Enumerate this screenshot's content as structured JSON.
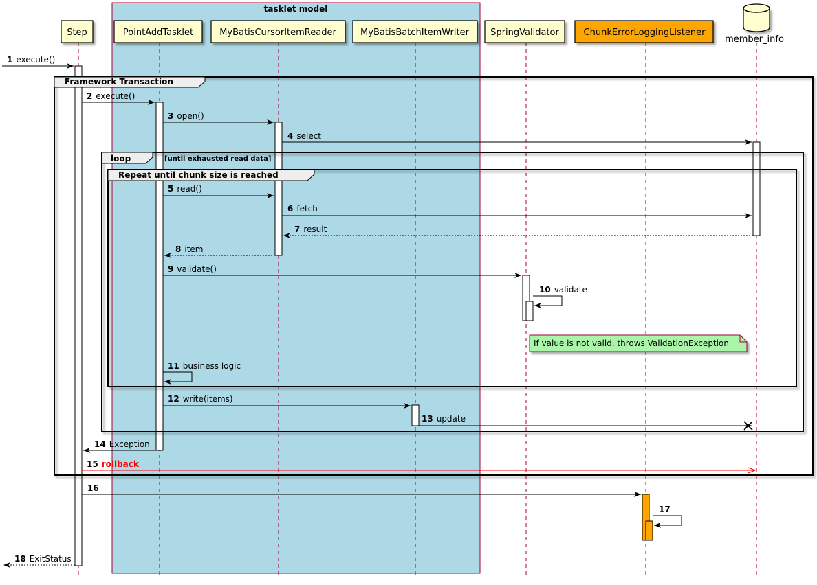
{
  "box": {
    "title": "tasklet model",
    "fill": "#ADD8E6",
    "border": "#A80036"
  },
  "participants": [
    {
      "id": "step",
      "label": "Step",
      "type": "participant",
      "fill": "#FEFECE"
    },
    {
      "id": "tasklet",
      "label": "PointAddTasklet",
      "type": "participant",
      "fill": "#FEFECE"
    },
    {
      "id": "reader",
      "label": "MyBatisCursorItemReader",
      "type": "participant",
      "fill": "#FEFECE"
    },
    {
      "id": "writer",
      "label": "MyBatisBatchItemWriter",
      "type": "participant",
      "fill": "#FEFECE"
    },
    {
      "id": "validator",
      "label": "SpringValidator",
      "type": "participant",
      "fill": "#FEFECE"
    },
    {
      "id": "listener",
      "label": "ChunkErrorLoggingListener",
      "type": "participant",
      "fill": "#FFA500"
    },
    {
      "id": "db",
      "label": "member_info",
      "type": "database",
      "fill": "#FEFECE"
    }
  ],
  "messages": [
    {
      "num": "1",
      "text": "execute()",
      "from": "left",
      "to": "step",
      "style": "solid"
    },
    {
      "num": "2",
      "text": "execute()",
      "from": "step",
      "to": "tasklet",
      "style": "solid"
    },
    {
      "num": "3",
      "text": "open()",
      "from": "tasklet",
      "to": "reader",
      "style": "solid"
    },
    {
      "num": "4",
      "text": "select",
      "from": "reader",
      "to": "db",
      "style": "solid"
    },
    {
      "num": "5",
      "text": "read()",
      "from": "tasklet",
      "to": "reader",
      "style": "solid"
    },
    {
      "num": "6",
      "text": "fetch",
      "from": "reader",
      "to": "db",
      "style": "solid"
    },
    {
      "num": "7",
      "text": "result",
      "from": "db",
      "to": "reader",
      "style": "dashed"
    },
    {
      "num": "8",
      "text": "item",
      "from": "reader",
      "to": "tasklet",
      "style": "dashed"
    },
    {
      "num": "9",
      "text": "validate()",
      "from": "tasklet",
      "to": "validator",
      "style": "solid"
    },
    {
      "num": "10",
      "text": "validate",
      "from": "validator",
      "to": "validator",
      "style": "self"
    },
    {
      "num": "11",
      "text": "business logic",
      "from": "tasklet",
      "to": "tasklet",
      "style": "self"
    },
    {
      "num": "12",
      "text": "write(items)",
      "from": "tasklet",
      "to": "writer",
      "style": "solid"
    },
    {
      "num": "13",
      "text": "update",
      "from": "writer",
      "to": "db",
      "style": "destroy"
    },
    {
      "num": "14",
      "text": "Exception",
      "from": "tasklet",
      "to": "step",
      "style": "solid"
    },
    {
      "num": "15",
      "text": "rollback",
      "from": "step",
      "to": "db",
      "style": "rollback",
      "color": "#FF0000"
    },
    {
      "num": "16",
      "text": "",
      "from": "step",
      "to": "listener",
      "style": "solid"
    },
    {
      "num": "17",
      "text": "",
      "from": "listener",
      "to": "listener",
      "style": "self"
    },
    {
      "num": "18",
      "text": "ExitStatus",
      "from": "step",
      "to": "left",
      "style": "dashed"
    }
  ],
  "fragments": [
    {
      "id": "framework",
      "kind": "Framework Transaction",
      "condition": ""
    },
    {
      "id": "loop",
      "kind": "loop",
      "condition": "[until exhausted read data]"
    },
    {
      "id": "repeat",
      "kind": "Repeat until chunk size is reached",
      "condition": ""
    }
  ],
  "note": {
    "text": "If value is not valid, throws ValidationException",
    "fill": "#ABF5AB"
  }
}
